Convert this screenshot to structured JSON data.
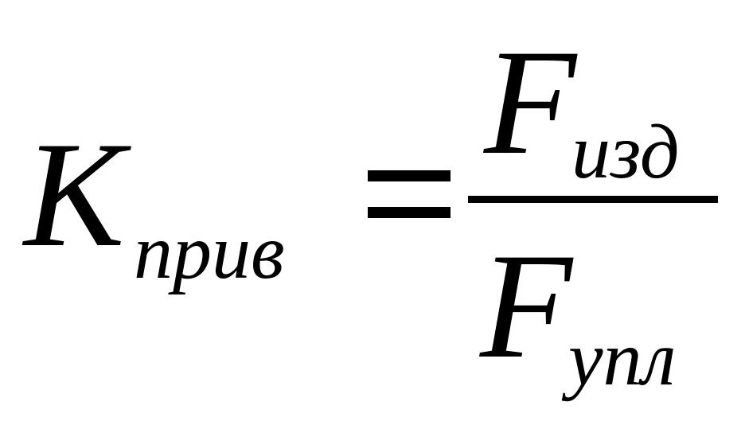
{
  "formula": {
    "lhs": {
      "symbol": "K",
      "subscript": "прив"
    },
    "operator": "=",
    "numerator": {
      "symbol": "F",
      "subscript": "изд"
    },
    "denominator": {
      "symbol": "F",
      "subscript": "упл"
    }
  }
}
